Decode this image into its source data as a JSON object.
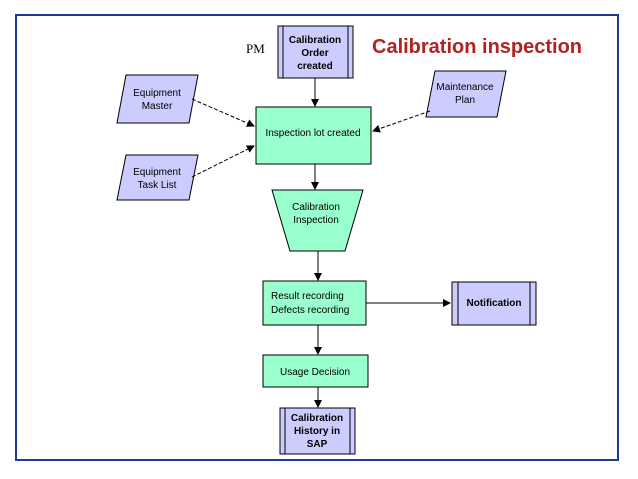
{
  "title": "Calibration inspection",
  "pm_label": "PM",
  "colors": {
    "border": "#1f3a93",
    "title": "#b22222",
    "green_fill": "#99ffcc",
    "lavender_fill": "#ccccff"
  },
  "nodes": {
    "calibration_order": [
      "Calibration",
      "Order",
      "created"
    ],
    "equipment_master": [
      "Equipment",
      "Master"
    ],
    "maintenance_plan": [
      "Maintenance",
      "Plan"
    ],
    "inspection_lot": [
      "Inspection lot created"
    ],
    "equipment_task_list": [
      "Equipment",
      "Task List"
    ],
    "calibration_inspection": [
      "Calibration",
      "Inspection"
    ],
    "result_recording": [
      "Result recording",
      "Defects recording"
    ],
    "notification": [
      "Notification"
    ],
    "usage_decision": [
      "Usage Decision"
    ],
    "calibration_history": [
      "Calibration",
      "History in",
      "SAP"
    ]
  }
}
